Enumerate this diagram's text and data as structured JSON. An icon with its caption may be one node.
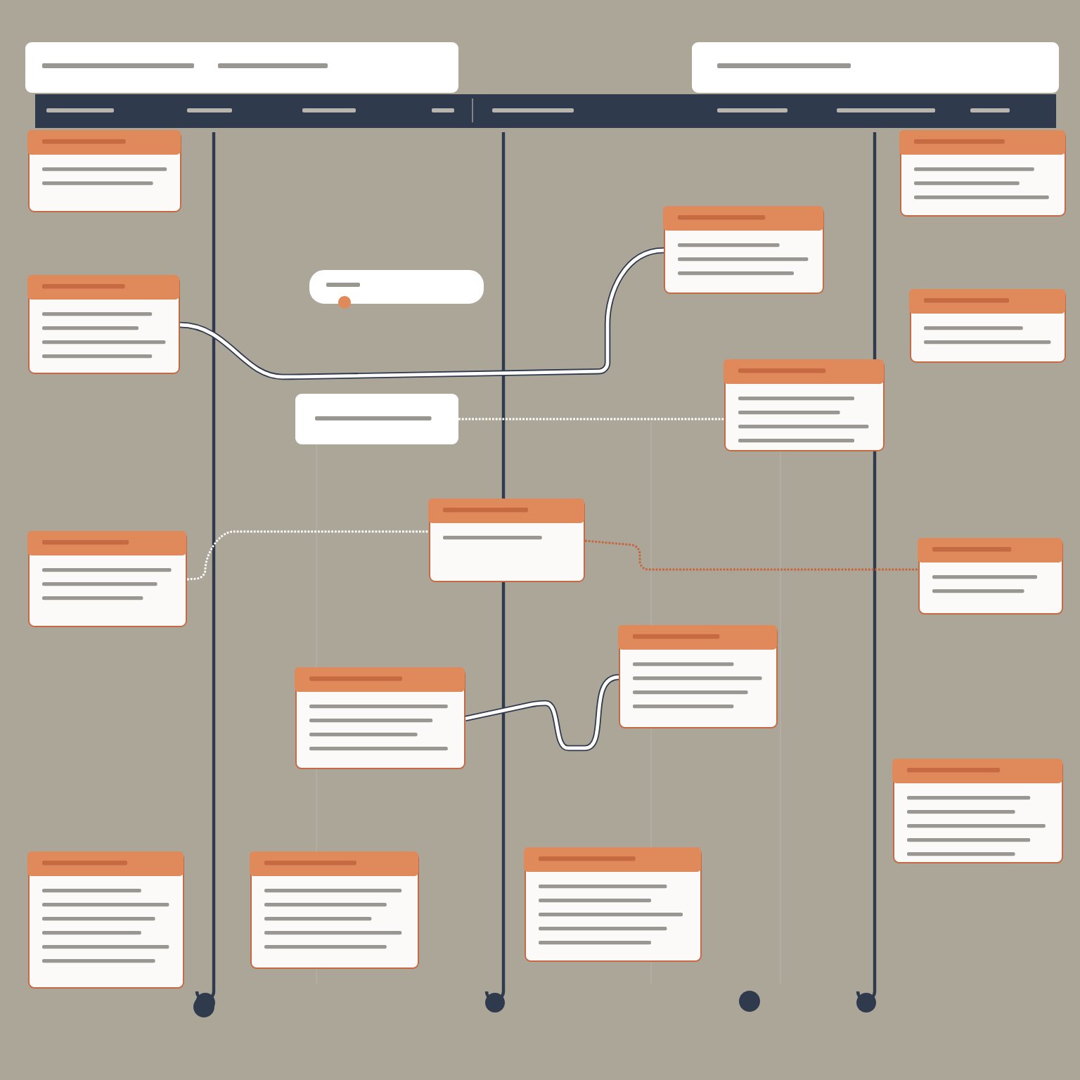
{
  "diagram": {
    "nodes": [
      {
        "text": [],
        "shape": "box"
      },
      {
        "text": [],
        "shape": "box"
      },
      {
        "text": [],
        "shape": "bar"
      },
      {
        "text": [],
        "shape": "box"
      },
      {
        "text": [],
        "shape": "box"
      },
      {
        "text": [],
        "shape": "box"
      },
      {
        "text": [],
        "shape": "box"
      },
      {
        "text": [],
        "shape": "box"
      },
      {
        "text": [],
        "shape": "box"
      },
      {
        "text": [],
        "shape": "box"
      },
      {
        "text": [],
        "shape": "box"
      },
      {
        "text": [],
        "shape": "box"
      },
      {
        "text": [],
        "shape": "box"
      },
      {
        "text": [],
        "shape": "box"
      },
      {
        "text": [],
        "shape": "box"
      },
      {
        "text": [],
        "shape": "box"
      },
      {
        "text": [],
        "shape": "box"
      },
      {
        "text": [],
        "shape": "box"
      },
      {
        "text": [],
        "shape": "box"
      },
      {
        "text": [],
        "shape": "box"
      }
    ],
    "edges": [
      {
        "from": 7,
        "to": 5,
        "arrow": "none",
        "style": "thick"
      },
      {
        "from": 9,
        "to": 10,
        "arrow": "none",
        "style": "dashed",
        "color": "#ffffff"
      },
      {
        "from": 12,
        "to": 11,
        "arrow": "none",
        "style": "dashed",
        "color": "#ffffff"
      },
      {
        "from": 15,
        "to": 14,
        "arrow": "none",
        "style": "thick"
      },
      {
        "from": 11,
        "to": 13,
        "arrow": "none",
        "style": "dashed",
        "color": "#c8643c"
      }
    ]
  }
}
